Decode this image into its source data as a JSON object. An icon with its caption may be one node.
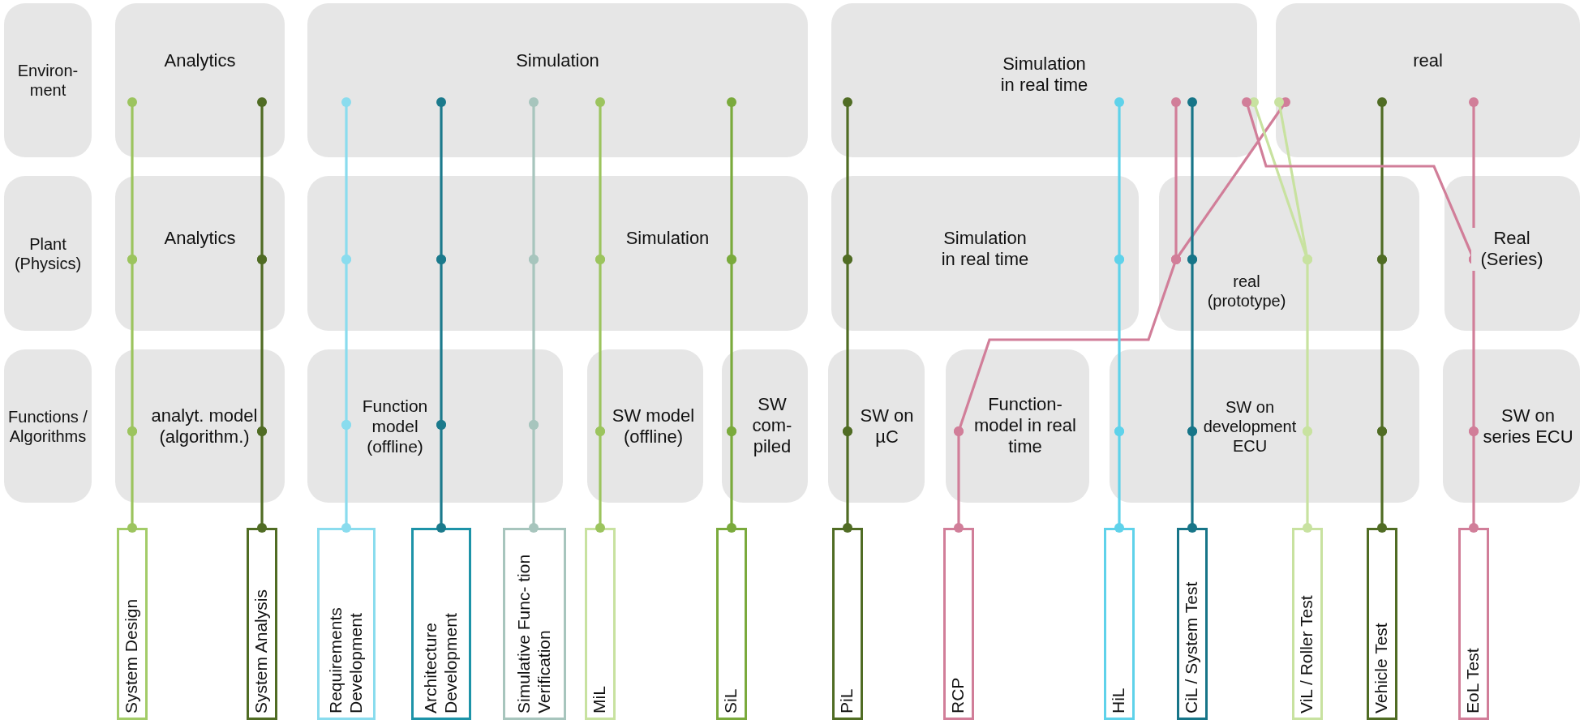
{
  "diagram": {
    "nodes": [
      {
        "text": [
          "Environ- ment"
        ]
      },
      {
        "text": [
          "Plant (Physics)"
        ]
      },
      {
        "text": [
          "Functions / Algorithms"
        ]
      },
      {
        "text": [
          "Analytics"
        ]
      },
      {
        "text": [
          "Simulation"
        ]
      },
      {
        "text": [
          "Simulation in real time"
        ]
      },
      {
        "text": [
          "real"
        ]
      },
      {
        "text": [
          "Analytics"
        ]
      },
      {
        "text": [
          "Simulation"
        ]
      },
      {
        "text": [
          "Simulation in real time"
        ]
      },
      {
        "text": [
          "real (prototype)"
        ]
      },
      {
        "text": [
          "Real (Series)"
        ]
      },
      {
        "text": [
          "analyt. model (algorithm.)"
        ]
      },
      {
        "text": [
          "Function model (offline)"
        ]
      },
      {
        "text": [
          "SW model (offline)"
        ]
      },
      {
        "text": [
          "SW com- piled"
        ]
      },
      {
        "text": [
          "SW on µC"
        ]
      },
      {
        "text": [
          "Function- model in real time"
        ]
      },
      {
        "text": [
          "SW on development ECU"
        ]
      },
      {
        "text": [
          "SW on series ECU"
        ]
      },
      {
        "text": [
          "System Design"
        ]
      },
      {
        "text": [
          "System Analysis"
        ]
      },
      {
        "text": [
          "Requirements Development"
        ]
      },
      {
        "text": [
          "Architecture Development"
        ]
      },
      {
        "text": [
          "Simulative Func- tion Verification"
        ]
      },
      {
        "text": [
          "MiL"
        ]
      },
      {
        "text": [
          "SiL"
        ]
      },
      {
        "text": [
          "PiL"
        ]
      },
      {
        "text": [
          "RCP"
        ]
      },
      {
        "text": [
          "HiL"
        ]
      },
      {
        "text": [
          "CiL / System Test"
        ]
      },
      {
        "text": [
          "ViL / Roller Test"
        ]
      },
      {
        "text": [
          "Vehicle Test"
        ]
      },
      {
        "text": [
          "EoL Test"
        ]
      }
    ],
    "edges": [
      {
        "from": 20,
        "to": 12,
        "arrow": "other",
        "color": "#9cc45e"
      },
      {
        "from": 12,
        "to": 7,
        "arrow": "other",
        "color": "#9cc45e"
      },
      {
        "from": 7,
        "to": 3,
        "arrow": "other",
        "color": "#9cc45e"
      },
      {
        "from": 21,
        "to": 12,
        "arrow": "other",
        "color": "#506c24"
      },
      {
        "from": 12,
        "to": 7,
        "arrow": "other",
        "color": "#506c24"
      },
      {
        "from": 7,
        "to": 3,
        "arrow": "other",
        "color": "#506c24"
      },
      {
        "from": 22,
        "to": 13,
        "arrow": "other",
        "color": "#8adcee"
      },
      {
        "from": 13,
        "to": 8,
        "arrow": "other",
        "color": "#8adcee"
      },
      {
        "from": 8,
        "to": 4,
        "arrow": "other",
        "color": "#8adcee"
      },
      {
        "from": 23,
        "to": 13,
        "arrow": "other",
        "color": "#1b7a8c"
      },
      {
        "from": 13,
        "to": 8,
        "arrow": "other",
        "color": "#1b7a8c"
      },
      {
        "from": 8,
        "to": 4,
        "arrow": "other",
        "color": "#1b7a8c"
      },
      {
        "from": 24,
        "to": 13,
        "arrow": "other",
        "color": "#a7c5bd"
      },
      {
        "from": 13,
        "to": 8,
        "arrow": "other",
        "color": "#a7c5bd"
      },
      {
        "from": 8,
        "to": 4,
        "arrow": "other",
        "color": "#a7c5bd"
      },
      {
        "from": 25,
        "to": 14,
        "arrow": "other",
        "color": "#9cc45e"
      },
      {
        "from": 14,
        "to": 8,
        "arrow": "other",
        "color": "#9cc45e"
      },
      {
        "from": 8,
        "to": 4,
        "arrow": "other",
        "color": "#9cc45e"
      },
      {
        "from": 26,
        "to": 15,
        "arrow": "other",
        "color": "#7aaa3c"
      },
      {
        "from": 15,
        "to": 8,
        "arrow": "other",
        "color": "#7aaa3c"
      },
      {
        "from": 8,
        "to": 4,
        "arrow": "other",
        "color": "#7aaa3c"
      },
      {
        "from": 27,
        "to": 16,
        "arrow": "other",
        "color": "#506c24"
      },
      {
        "from": 16,
        "to": 9,
        "arrow": "other",
        "color": "#506c24"
      },
      {
        "from": 9,
        "to": 5,
        "arrow": "other",
        "color": "#506c24"
      },
      {
        "from": 28,
        "to": 17,
        "arrow": "other",
        "color": "#d17e99"
      },
      {
        "from": 17,
        "to": 10,
        "arrow": "other",
        "color": "#d17e99"
      },
      {
        "from": 10,
        "to": 5,
        "arrow": "other",
        "color": "#d17e99"
      },
      {
        "from": 10,
        "to": 6,
        "arrow": "other",
        "color": "#d17e99"
      },
      {
        "from": 29,
        "to": 18,
        "arrow": "other",
        "color": "#5fd2ea"
      },
      {
        "from": 18,
        "to": 9,
        "arrow": "other",
        "color": "#5fd2ea"
      },
      {
        "from": 9,
        "to": 5,
        "arrow": "other",
        "color": "#5fd2ea"
      },
      {
        "from": 30,
        "to": 18,
        "arrow": "other",
        "color": "#177588"
      },
      {
        "from": 18,
        "to": 10,
        "arrow": "other",
        "color": "#177588"
      },
      {
        "from": 10,
        "to": 5,
        "arrow": "other",
        "color": "#177588"
      },
      {
        "from": 31,
        "to": 18,
        "arrow": "other",
        "color": "#c8e2a0"
      },
      {
        "from": 18,
        "to": 10,
        "arrow": "other",
        "color": "#c8e2a0"
      },
      {
        "from": 10,
        "to": 5,
        "arrow": "other",
        "color": "#c8e2a0"
      },
      {
        "from": 10,
        "to": 6,
        "arrow": "other",
        "color": "#c8e2a0"
      },
      {
        "from": 32,
        "to": 18,
        "arrow": "other",
        "color": "#506c24"
      },
      {
        "from": 18,
        "to": 10,
        "arrow": "other",
        "color": "#506c24"
      },
      {
        "from": 10,
        "to": 6,
        "arrow": "other",
        "color": "#506c24"
      },
      {
        "from": 33,
        "to": 19,
        "arrow": "other",
        "color": "#d17e99"
      },
      {
        "from": 19,
        "to": 11,
        "arrow": "other",
        "color": "#d17e99"
      },
      {
        "from": 11,
        "to": 6,
        "arrow": "other",
        "color": "#d17e99"
      },
      {
        "from": 11,
        "to": 5,
        "arrow": "other",
        "color": "#d17e99"
      }
    ]
  }
}
